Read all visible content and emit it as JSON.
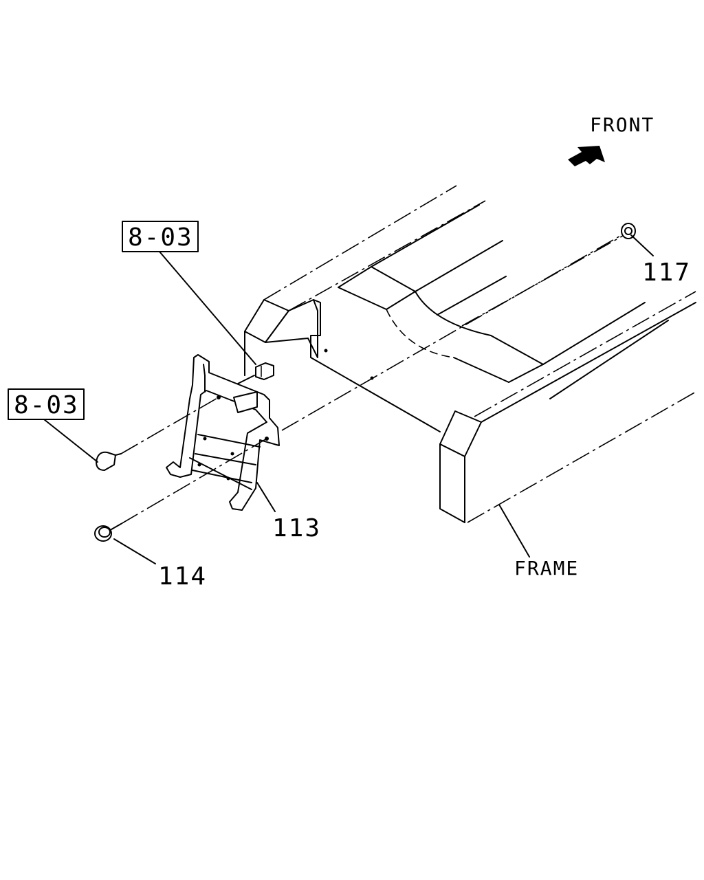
{
  "labels": {
    "front": "FRONT",
    "frame": "FRAME",
    "ref_top": "8-03",
    "ref_left": "8-03",
    "part_113": "113",
    "part_114": "114",
    "part_117": "117"
  }
}
